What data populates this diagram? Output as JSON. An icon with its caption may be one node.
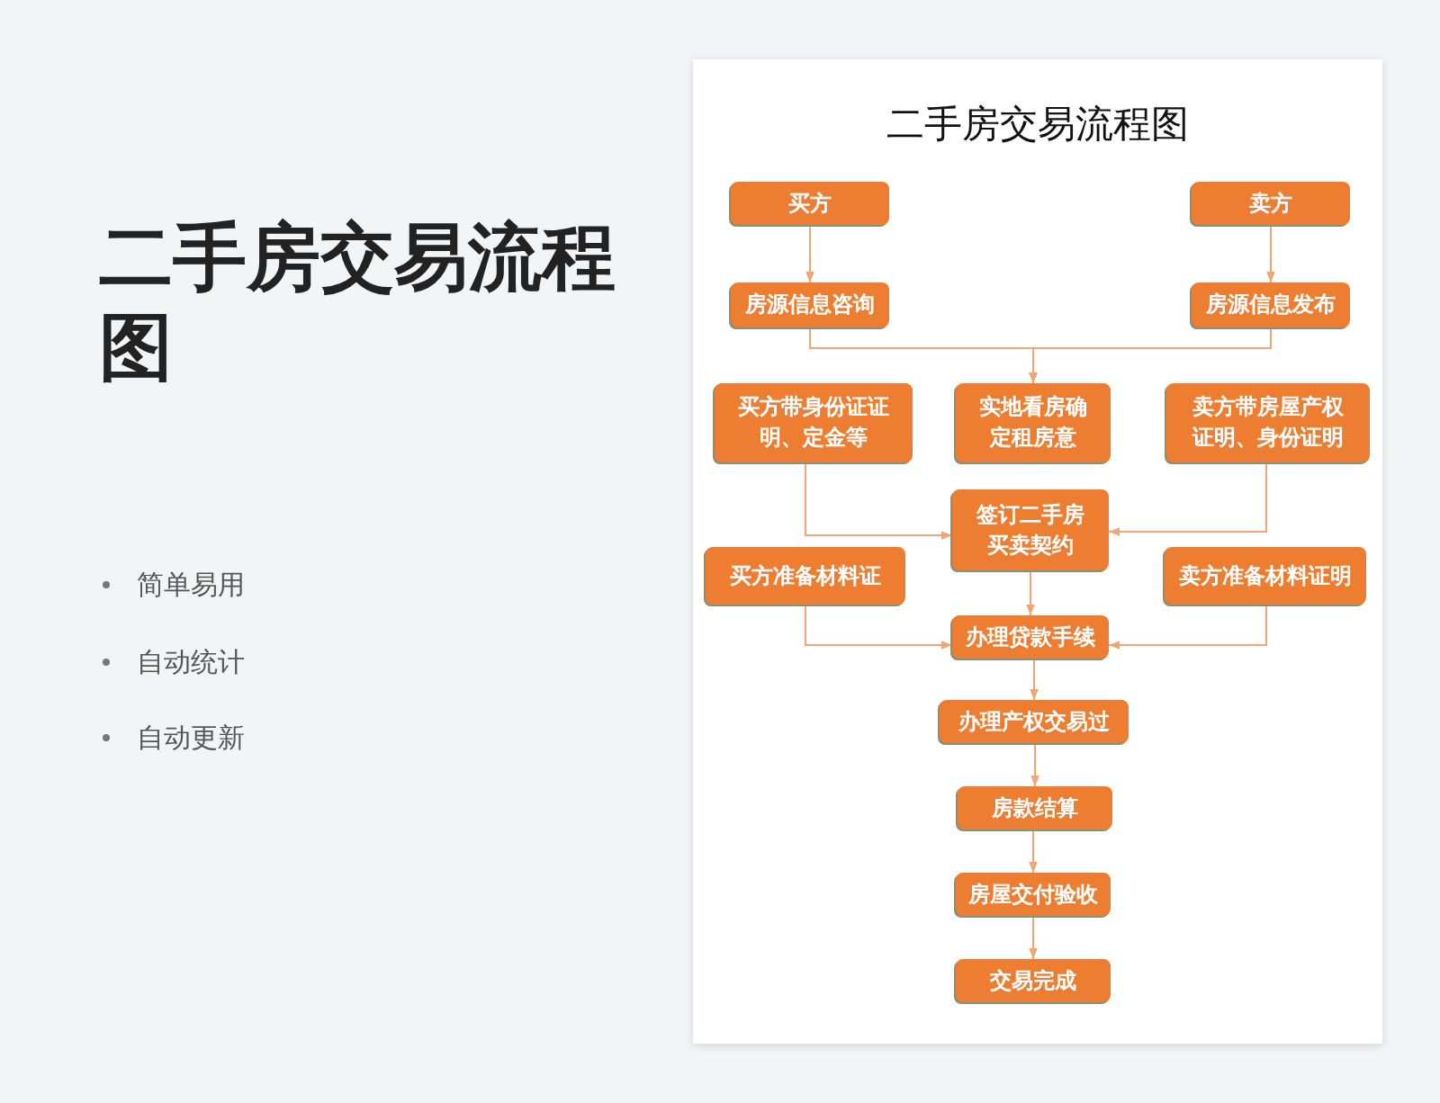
{
  "diagram": {
    "title": "二手房交易流程图",
    "nodes": [
      {
        "text": [
          "买方"
        ]
      },
      {
        "text": [
          "卖方"
        ]
      },
      {
        "text": [
          "房源信息咨询"
        ]
      },
      {
        "text": [
          "房源信息发布"
        ]
      },
      {
        "text": [
          "买方带身份证证明、定金等"
        ]
      },
      {
        "text": [
          "实地看房确定租房意"
        ]
      },
      {
        "text": [
          "卖方带房屋产权证明、身份证明"
        ]
      },
      {
        "text": [
          "签订二手房买卖契约"
        ]
      },
      {
        "text": [
          "买方准备材料证"
        ]
      },
      {
        "text": [
          "卖方准备材料证明"
        ]
      },
      {
        "text": [
          "办理贷款手续"
        ]
      },
      {
        "text": [
          "办理产权交易过"
        ]
      },
      {
        "text": [
          "房款结算"
        ]
      },
      {
        "text": [
          "房屋交付验收"
        ]
      },
      {
        "text": [
          "交易完成"
        ]
      }
    ],
    "edges": [
      {
        "from": 0,
        "to": 2,
        "arrow": "to"
      },
      {
        "from": 1,
        "to": 3,
        "arrow": "to"
      },
      {
        "from": 2,
        "to": 5,
        "arrow": "to"
      },
      {
        "from": 3,
        "to": 5,
        "arrow": "to"
      },
      {
        "from": 4,
        "to": 7,
        "arrow": "to"
      },
      {
        "from": 6,
        "to": 7,
        "arrow": "to"
      },
      {
        "from": 7,
        "to": 10,
        "arrow": "to"
      },
      {
        "from": 8,
        "to": 10,
        "arrow": "to"
      },
      {
        "from": 9,
        "to": 10,
        "arrow": "to"
      },
      {
        "from": 10,
        "to": 11,
        "arrow": "to"
      },
      {
        "from": 11,
        "to": 12,
        "arrow": "to"
      },
      {
        "from": 12,
        "to": 13,
        "arrow": "to"
      },
      {
        "from": 13,
        "to": 14,
        "arrow": "to"
      }
    ],
    "labels": [
      "二手房交易流程图",
      "简单易用",
      "自动统计",
      "自动更新"
    ]
  }
}
